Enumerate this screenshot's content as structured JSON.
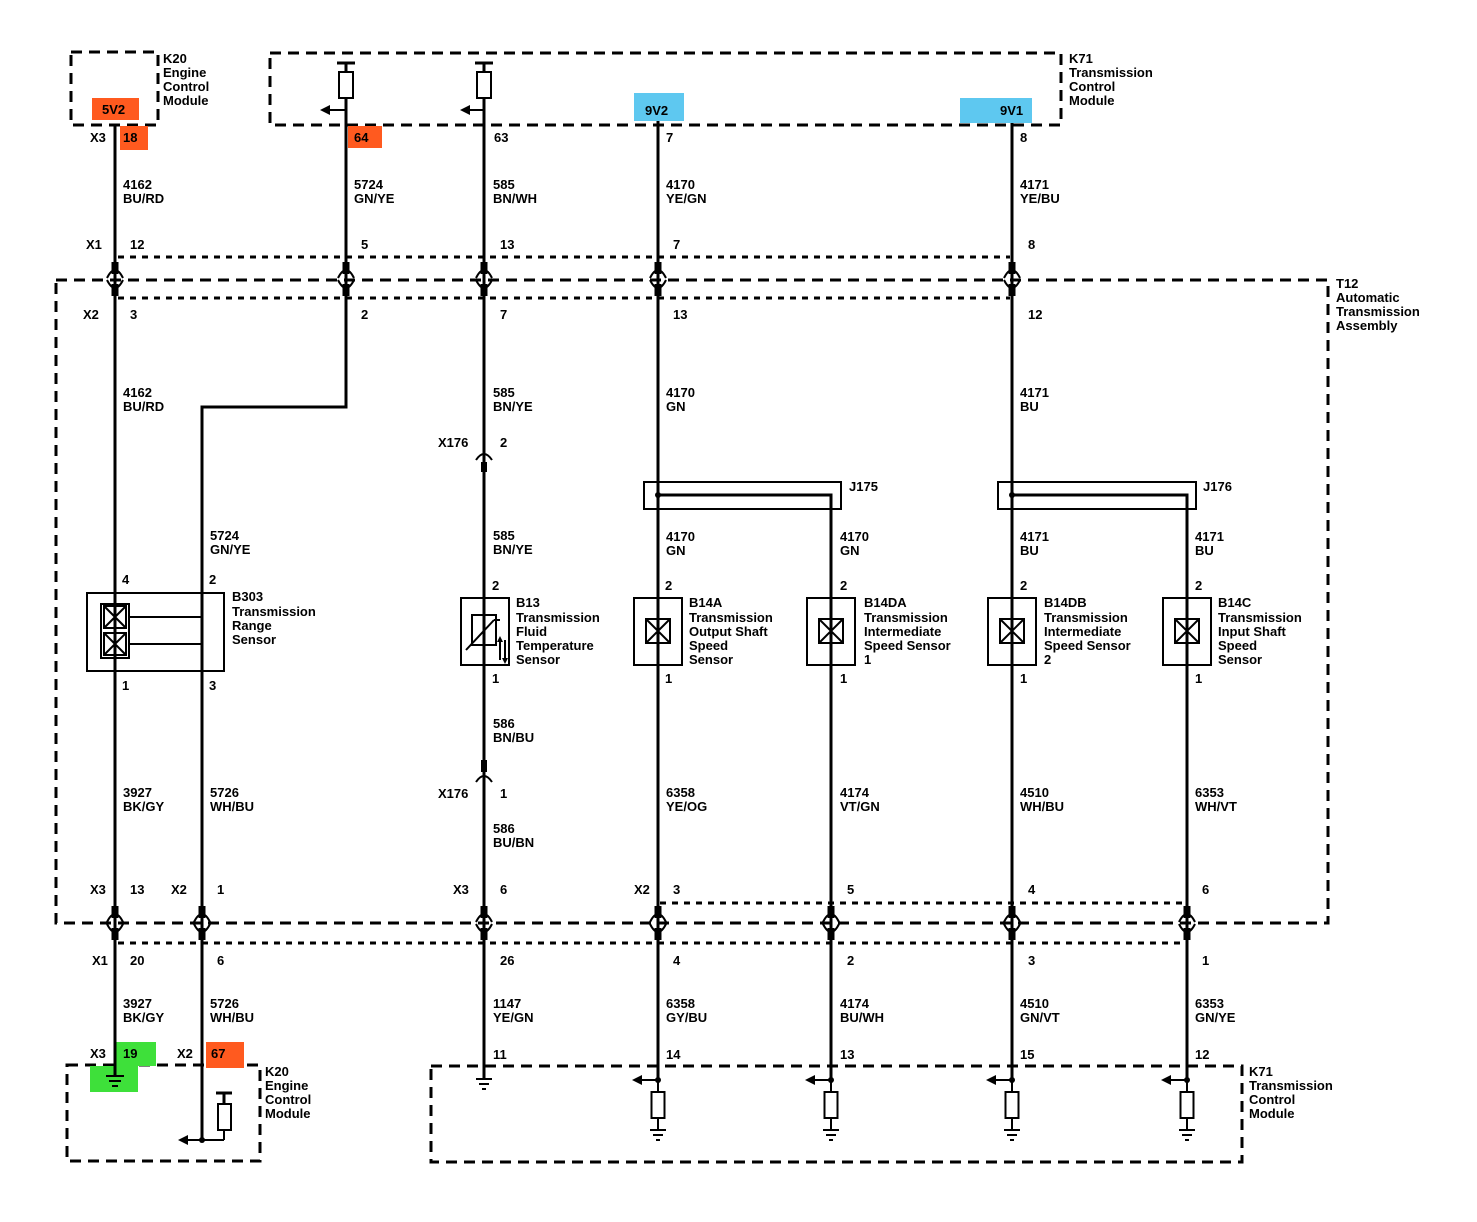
{
  "modules": {
    "k20_top": {
      "id": "K20",
      "line1": "Engine",
      "line2": "Control",
      "line3": "Module",
      "pin_label": "5V2",
      "connector": "X3",
      "pin": "18"
    },
    "k71_top": {
      "id": "K71",
      "line1": "Transmission",
      "line2": "Control",
      "line3": "Module"
    },
    "k20_bottom": {
      "id": "K20",
      "line1": "Engine",
      "line2": "Control",
      "line3": "Module"
    },
    "k71_bottom": {
      "id": "K71",
      "line1": "Transmission",
      "line2": "Control",
      "line3": "Module"
    },
    "t12": {
      "id": "T12",
      "line1": "Automatic",
      "line2": "Transmission",
      "line3": "Assembly"
    }
  },
  "top_pins": {
    "p64": "64",
    "p63": "63",
    "p7": "7",
    "p8": "8",
    "flag_9v2": "9V2",
    "flag_9v1": "9V1"
  },
  "wires_top": {
    "w1": {
      "num": "4162",
      "color": "BU/RD"
    },
    "w2": {
      "num": "5724",
      "color": "GN/YE"
    },
    "w3": {
      "num": "585",
      "color": "BN/WH"
    },
    "w4": {
      "num": "4170",
      "color": "YE/GN"
    },
    "w5": {
      "num": "4171",
      "color": "YE/BU"
    }
  },
  "x1_top": {
    "label": "X1",
    "c1": "12",
    "c2": "5",
    "c3": "13",
    "c4": "7",
    "c5": "8"
  },
  "x2_top": {
    "label": "X2",
    "c1": "3",
    "c2": "2",
    "c3": "7",
    "c4": "13",
    "c5": "12"
  },
  "wires_mid": {
    "w1": {
      "num": "4162",
      "color": "BU/RD"
    },
    "w3": {
      "num": "585",
      "color": "BN/YE"
    },
    "w4": {
      "num": "4170",
      "color": "GN"
    },
    "w5": {
      "num": "4171",
      "color": "BU"
    },
    "w2": {
      "num": "5724",
      "color": "GN/YE"
    },
    "w3b": {
      "num": "585",
      "color": "BN/YE"
    },
    "j175a": {
      "num": "4170",
      "color": "GN"
    },
    "j175b": {
      "num": "4170",
      "color": "GN"
    },
    "j176a": {
      "num": "4171",
      "color": "BU"
    },
    "j176b": {
      "num": "4171",
      "color": "BU"
    }
  },
  "splices": {
    "j175": "J175",
    "j176": "J176"
  },
  "x176": {
    "label": "X176",
    "pin_a": "2",
    "pin_b": "1"
  },
  "components": {
    "b303": {
      "id": "B303",
      "line1": "Transmission",
      "line2": "Range",
      "line3": "Sensor",
      "pin_tl": "4",
      "pin_tr": "2",
      "pin_bl": "1",
      "pin_br": "3"
    },
    "b13": {
      "id": "B13",
      "line1": "Transmission",
      "line2": "Fluid",
      "line3": "Temperature",
      "line4": "Sensor",
      "pin_t": "2",
      "pin_b": "1"
    },
    "b14a": {
      "id": "B14A",
      "line1": "Transmission",
      "line2": "Output Shaft",
      "line3": "Speed",
      "line4": "Sensor",
      "pin_t": "2",
      "pin_b": "1"
    },
    "b14da": {
      "id": "B14DA",
      "line1": "Transmission",
      "line2": "Intermediate",
      "line3": "Speed Sensor",
      "line4": "1",
      "pin_t": "2",
      "pin_b": "1"
    },
    "b14db": {
      "id": "B14DB",
      "line1": "Transmission",
      "line2": "Intermediate",
      "line3": "Speed Sensor",
      "line4": "2",
      "pin_t": "2",
      "pin_b": "1"
    },
    "b14c": {
      "id": "B14C",
      "line1": "Transmission",
      "line2": "Input Shaft",
      "line3": "Speed",
      "line4": "Sensor",
      "pin_t": "2",
      "pin_b": "1"
    }
  },
  "wires_low": {
    "w1": {
      "num": "3927",
      "color": "BK/GY"
    },
    "w2": {
      "num": "5726",
      "color": "WH/BU"
    },
    "w3": {
      "num": "586",
      "color": "BN/BU"
    },
    "w3b": {
      "num": "586",
      "color": "BU/BN"
    },
    "w4": {
      "num": "6358",
      "color": "YE/OG"
    },
    "w5": {
      "num": "4174",
      "color": "VT/GN"
    },
    "w6": {
      "num": "4510",
      "color": "WH/BU"
    },
    "w7": {
      "num": "6353",
      "color": "WH/VT"
    }
  },
  "x3_low": {
    "label": "X3",
    "c1": "13"
  },
  "x2_low": {
    "label": "X2",
    "c2": "1"
  },
  "x3_low_b": {
    "label": "X3",
    "c3": "6"
  },
  "x2_low_b": {
    "label": "X2",
    "c4": "3",
    "c5": "5",
    "c6": "4",
    "c7": "6"
  },
  "x1_low": {
    "label": "X1",
    "c1": "20",
    "c2": "6",
    "c3": "26",
    "c4": "4",
    "c5": "2",
    "c6": "3",
    "c7": "1"
  },
  "wires_bottom": {
    "w1": {
      "num": "3927",
      "color": "BK/GY"
    },
    "w2": {
      "num": "5726",
      "color": "WH/BU"
    },
    "w3": {
      "num": "1147",
      "color": "YE/GN"
    },
    "w4": {
      "num": "6358",
      "color": "GY/BU"
    },
    "w5": {
      "num": "4174",
      "color": "BU/WH"
    },
    "w6": {
      "num": "4510",
      "color": "GN/VT"
    },
    "w7": {
      "num": "6353",
      "color": "GN/YE"
    }
  },
  "bottom_pins": {
    "k20_conn_a": "X3",
    "k20_pin_a": "19",
    "k20_conn_b": "X2",
    "k20_pin_b": "67",
    "p11": "11",
    "p14": "14",
    "p13": "13",
    "p15": "15",
    "p12": "12"
  },
  "colors": {
    "orange": "#ff5a1f",
    "blue": "#5ec8f0",
    "green": "#3ee03a"
  }
}
